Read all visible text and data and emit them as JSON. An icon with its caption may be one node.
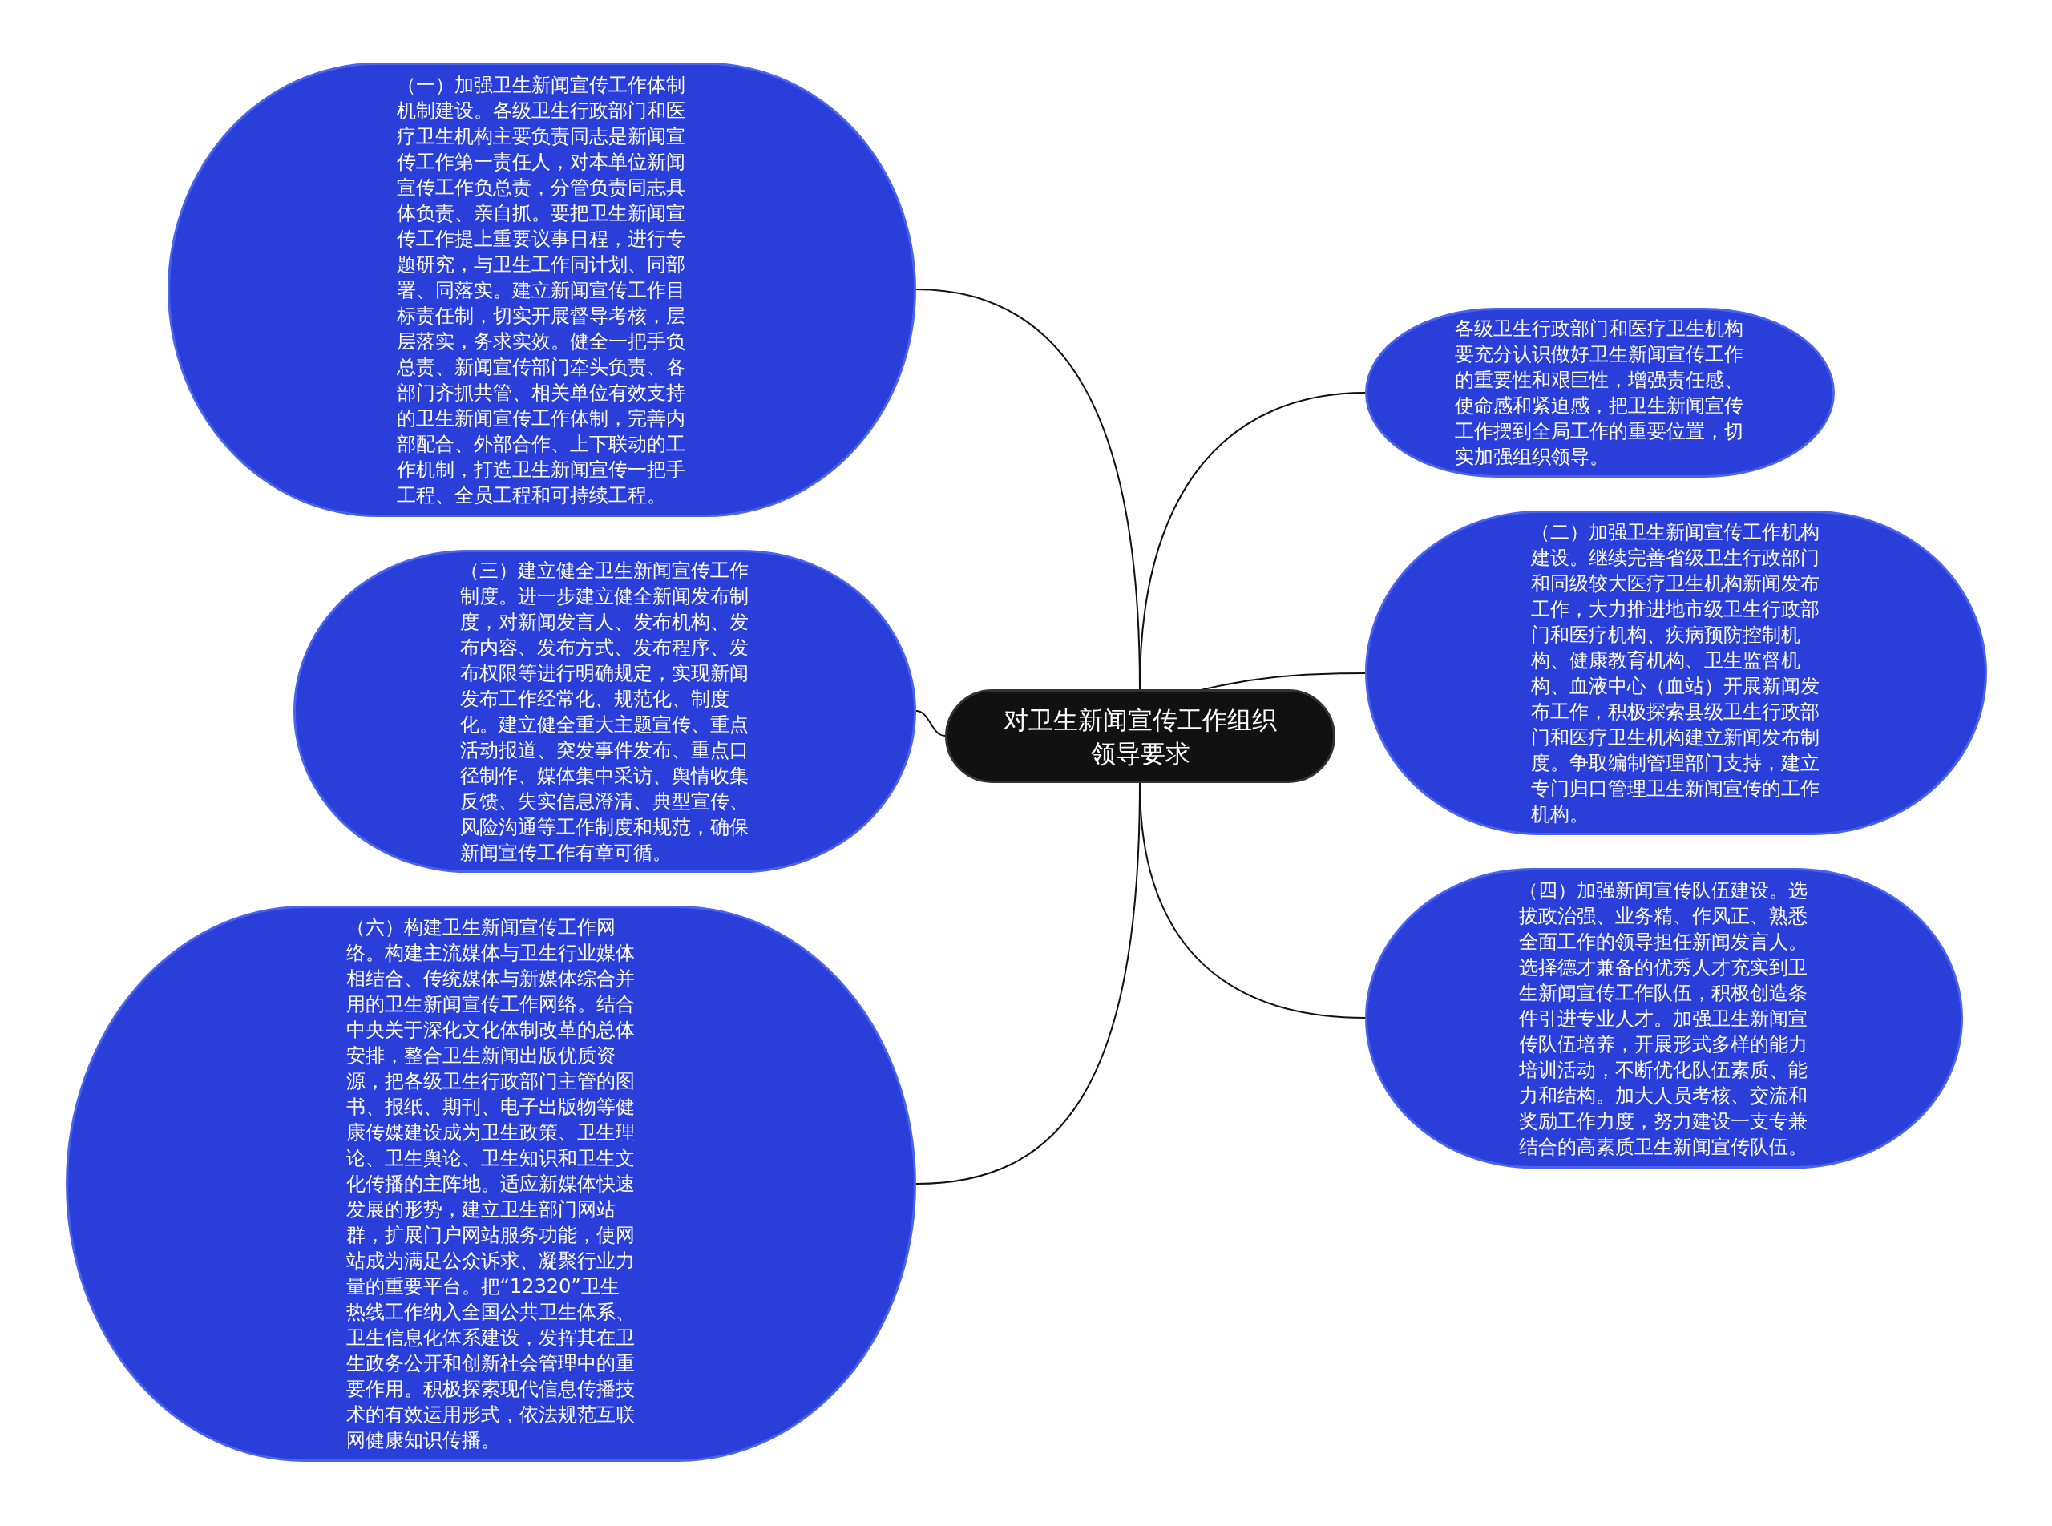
{
  "diagram": {
    "nodes": [
      {
        "text": [
          "对卫生新闻宣传工作组织领导要求"
        ]
      },
      {
        "text": [
          "（一）加强卫生新闻宣传工作体制机制建设。各级卫生行政部门和医疗卫生机构主要负责同志是新闻宣传工作第一责任人，对本单位新闻宣传工作负总责，分管负责同志具体负责、亲自抓。要把卫生新闻宣传工作提上重要议事日程，进行专题研究，与卫生工作同计划、同部署、同落实。建立新闻宣传工作目标责任制，切实开展督导考核，层层落实，务求实效。健全一把手负总责、新闻宣传部门牵头负责、各部门齐抓共管、相关单位有效支持的卫生新闻宣传工作体制，完善内部配合、外部合作、上下联动的工作机制，打造卫生新闻宣传一把手工程、全员工程和可持续工程。"
        ]
      },
      {
        "text": [
          "（三）建立健全卫生新闻宣传工作制度。进一步建立健全新闻发布制度，对新闻发言人、发布机构、发布内容、发布方式、发布程序、发布权限等进行明确规定，实现新闻发布工作经常化、规范化、制度化。建立健全重大主题宣传、重点活动报道、突发事件发布、重点口径制作、媒体集中采访、舆情收集反馈、失实信息澄清、典型宣传、风险沟通等工作制度和规范，确保新闻宣传工作有章可循。"
        ]
      },
      {
        "text": [
          "（六）构建卫生新闻宣传工作网络。构建主流媒体与卫生行业媒体相结合、传统媒体与新媒体综合并用的卫生新闻宣传工作网络。结合中央关于深化文化体制改革的总体安排，整合卫生新闻出版优质资源，把各级卫生行政部门主管的图书、报纸、期刊、电子出版物等健康传媒建设成为卫生政策、卫生理论、卫生舆论、卫生知识和卫生文化传播的主阵地。适应新媒体快速发展的形势，建立卫生部门网站群，扩展门户网站服务功能，使网站成为满足公众诉求、凝聚行业力量的重要平台。把“12320”卫生热线工作纳入全国公共卫生体系、卫生信息化体系建设，发挥其在卫生政务公开和创新社会管理中的重要作用。积极探索现代信息传播技术的有效运用形式，依法规范互联网健康知识传播。"
        ]
      },
      {
        "text": [
          "各级卫生行政部门和医疗卫生机构要充分认识做好卫生新闻宣传工作的重要性和艰巨性，增强责任感、使命感和紧迫感，把卫生新闻宣传工作摆到全局工作的重要位置，切实加强组织领导。"
        ]
      },
      {
        "text": [
          "（二）加强卫生新闻宣传工作机构建设。继续完善省级卫生行政部门和同级较大医疗卫生机构新闻发布工作，大力推进地市级卫生行政部门和医疗机构、疾病预防控制机构、健康教育机构、卫生监督机构、血液中心（血站）开展新闻发布工作，积极探索县级卫生行政部门和医疗卫生机构建立新闻发布制度。争取编制管理部门支持，建立专门归口管理卫生新闻宣传的工作机构。"
        ]
      },
      {
        "text": [
          "（四）加强新闻宣传队伍建设。选拔政治强、业务精、作风正、熟悉全面工作的领导担任新闻发言人。选择德才兼备的优秀人才充实到卫生新闻宣传工作队伍，积极创造条件引进专业人才。加强卫生新闻宣传队伍培养，开展形式多样的能力培训活动，不断优化队伍素质、能力和结构。加大人员考核、交流和奖励工作力度，努力建设一支专兼结合的高素质卫生新闻宣传队伍。"
        ]
      }
    ],
    "edges": [
      {
        "from": 0,
        "to": 1,
        "arrow": "none"
      },
      {
        "from": 0,
        "to": 2,
        "arrow": "none"
      },
      {
        "from": 0,
        "to": 3,
        "arrow": "none"
      },
      {
        "from": 0,
        "to": 4,
        "arrow": "none"
      },
      {
        "from": 0,
        "to": 5,
        "arrow": "none"
      },
      {
        "from": 0,
        "to": 6,
        "arrow": "none"
      }
    ]
  }
}
